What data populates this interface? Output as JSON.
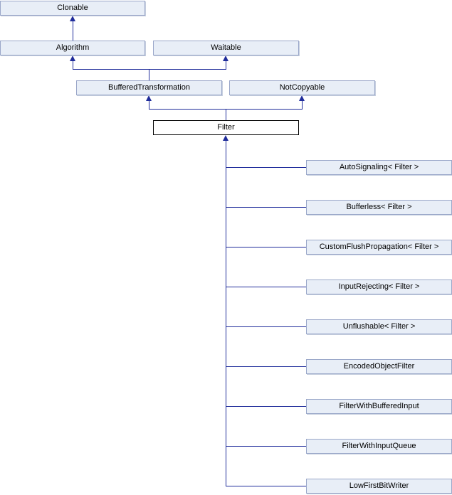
{
  "diagram": {
    "type": "class-inheritance-diagram",
    "focus_class": "Filter",
    "nodes": {
      "clonable": {
        "label": "Clonable"
      },
      "algorithm": {
        "label": "Algorithm"
      },
      "waitable": {
        "label": "Waitable"
      },
      "buffered_transformation": {
        "label": "BufferedTransformation"
      },
      "not_copyable": {
        "label": "NotCopyable"
      },
      "filter": {
        "label": "Filter"
      },
      "derived": [
        {
          "label": "AutoSignaling< Filter >"
        },
        {
          "label": "Bufferless< Filter >"
        },
        {
          "label": "CustomFlushPropagation< Filter >"
        },
        {
          "label": "InputRejecting< Filter >"
        },
        {
          "label": "Unflushable< Filter >"
        },
        {
          "label": "EncodedObjectFilter"
        },
        {
          "label": "FilterWithBufferedInput"
        },
        {
          "label": "FilterWithInputQueue"
        },
        {
          "label": "LowFirstBitWriter"
        }
      ]
    },
    "edges": [
      {
        "from": "Algorithm",
        "to": "Clonable"
      },
      {
        "from": "BufferedTransformation",
        "to": "Algorithm"
      },
      {
        "from": "BufferedTransformation",
        "to": "Waitable"
      },
      {
        "from": "Filter",
        "to": "BufferedTransformation"
      },
      {
        "from": "Filter",
        "to": "NotCopyable"
      },
      {
        "from": "AutoSignaling< Filter >",
        "to": "Filter"
      },
      {
        "from": "Bufferless< Filter >",
        "to": "Filter"
      },
      {
        "from": "CustomFlushPropagation< Filter >",
        "to": "Filter"
      },
      {
        "from": "InputRejecting< Filter >",
        "to": "Filter"
      },
      {
        "from": "Unflushable< Filter >",
        "to": "Filter"
      },
      {
        "from": "EncodedObjectFilter",
        "to": "Filter"
      },
      {
        "from": "FilterWithBufferedInput",
        "to": "Filter"
      },
      {
        "from": "FilterWithInputQueue",
        "to": "Filter"
      },
      {
        "from": "LowFirstBitWriter",
        "to": "Filter"
      }
    ],
    "colors": {
      "node_fill": "#E8EEF7",
      "node_border": "#9AA7C9",
      "edge": "#202D9B",
      "focus_fill": "#FFFFFF",
      "focus_border": "#000000",
      "text": "#000000",
      "background": "#FFFFFF"
    }
  }
}
